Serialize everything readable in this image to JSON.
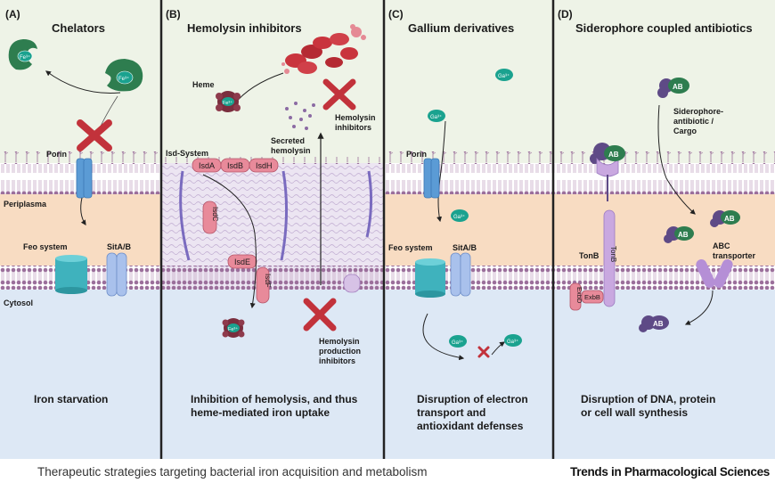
{
  "caption": "Therapeutic strategies targeting bacterial iron acquisition and metabolism",
  "journal": "Trends in Pharmacological Sciences",
  "colors": {
    "extracellular": "#eef3e7",
    "periplasm": "#f8dcc2",
    "cytosol": "#dde8f5",
    "membrane": "#b58db5",
    "divider": "#222222",
    "porin": "#5b9bd5",
    "feo": "#3fb2bd",
    "sit": "#a9c1ec",
    "isd": "#e88a9a",
    "block": "#c2323b",
    "siderophore": "#2e7d4f",
    "gallium": "#1aa28f",
    "antibiotic": "#6a4b8a"
  },
  "panels": {
    "a": {
      "letter": "(A)",
      "title": "Chelators",
      "fe3_a": "Fe³⁺",
      "fe3_b": "Fe³⁺",
      "porin": "Porin",
      "periplasma": "Periplasma",
      "feo": "Feo system",
      "sit": "SitA/B",
      "cytosol": "Cytosol",
      "outcome": "Iron starvation"
    },
    "b": {
      "letter": "(B)",
      "title": "Hemolysin inhibitors",
      "heme": "Heme",
      "fe3_heme": "Fe³⁺",
      "fe3_heme2": "Fe³⁺",
      "isd_system": "Isd-System",
      "isda": "IsdA",
      "isdb": "IsdB",
      "isdh": "IsdH",
      "isdc": "IsdC",
      "isde": "IsdE",
      "isdf": "IsdF",
      "secreted_1": "Secreted",
      "secreted_2": "hemolysin",
      "hemolysin_inh_1": "Hemolysin",
      "hemolysin_inh_2": "inhibitors",
      "production_1": "Hemolysin",
      "production_2": "production",
      "production_3": "inhibitors",
      "outcome_1": "Inhibition of hemolysis, and thus",
      "outcome_2": "heme-mediated iron uptake"
    },
    "c": {
      "letter": "(C)",
      "title": "Gallium derivatives",
      "ga3_a": "Ga³⁺",
      "ga3_b": "Ga³⁺",
      "ga3_c": "Ga³⁺",
      "ga3_d": "Ga³⁺",
      "ga3_e": "Ga³⁺",
      "porin": "Porin",
      "feo": "Feo system",
      "sit": "SitA/B",
      "outcome_1": "Disruption of electron",
      "outcome_2": "transport and",
      "outcome_3": "antioxidant defenses"
    },
    "d": {
      "letter": "(D)",
      "title": "Siderophore coupled antibiotics",
      "ab": "AB",
      "cargo_1": "Siderophore-",
      "cargo_2": "antibiotic /",
      "cargo_3": "Cargo",
      "tonb": "TonB",
      "tonb_vertical": "TonB",
      "exbd": "ExbD",
      "exbb": "ExbB",
      "abc_1": "ABC",
      "abc_2": "transporter",
      "outcome_1": "Disruption of  DNA, protein",
      "outcome_2": "or cell wall synthesis"
    }
  }
}
